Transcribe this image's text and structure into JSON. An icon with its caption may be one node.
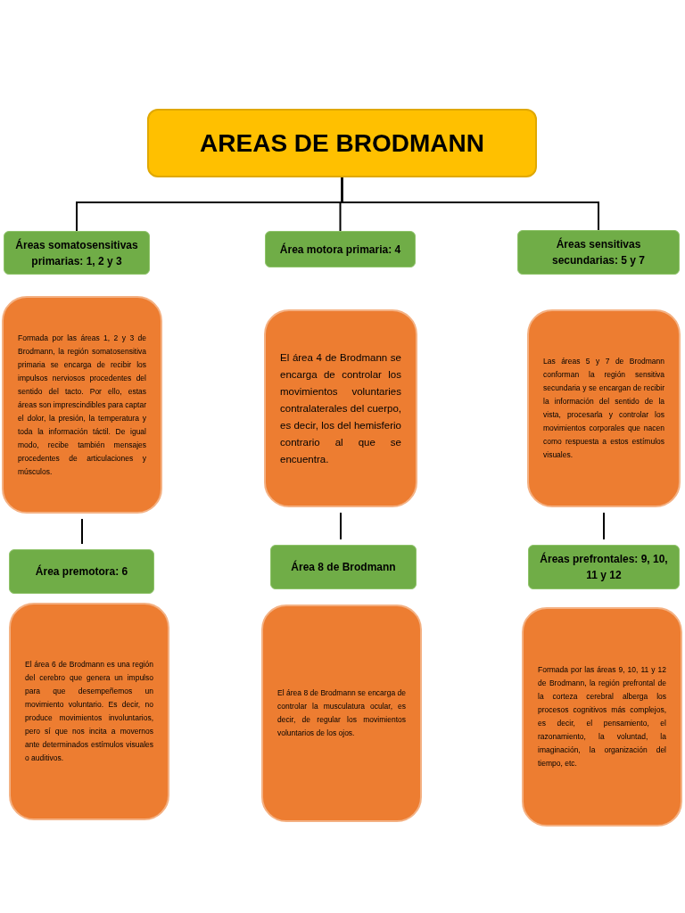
{
  "diagram": {
    "nodes": [
      {
        "text": [
          "AREAS DE BRODMANN"
        ]
      },
      {
        "text": [
          "Áreas somatosensitivas primarias: 1, 2 y 3"
        ]
      },
      {
        "text": [
          "Área motora primaria: 4"
        ]
      },
      {
        "text": [
          "Áreas sensitivas secundarias: 5 y 7"
        ]
      },
      {
        "text": [
          "Formada por las áreas 1, 2 y 3 de Brodmann, la región somatosensitiva primaria se encarga de recibir los impulsos nerviosos procedentes del sentido del tacto. Por ello, estas áreas son imprescindibles para captar el dolor, la presión, la temperatura y toda la información táctil. De igual modo, recibe también mensajes procedentes de articulaciones y músculos."
        ]
      },
      {
        "text": [
          "El área 4 de Brodmann se encarga de controlar los movimientos voluntaries contralaterales del cuerpo, es decir, los del hemisferio contrario al que se encuentra."
        ]
      },
      {
        "text": [
          "Las áreas 5 y 7 de Brodmann conforman la región sensitiva secundaria y se encargan de recibir la información del sentido de la vista, procesarla y controlar los movimientos corporales que nacen como respuesta a estos estímulos visuales."
        ]
      },
      {
        "text": [
          "Área premotora: 6"
        ]
      },
      {
        "text": [
          "Área 8 de Brodmann"
        ]
      },
      {
        "text": [
          "Áreas prefrontales: 9, 10, 11 y 12"
        ]
      },
      {
        "text": [
          "El área 6 de Brodmann es una región del cerebro que genera un impulso para que desempeñemos un movimiento voluntario. Es decir, no produce movimientos involuntarios, pero sí que nos incita a movernos ante determinados estímulos visuales o auditivos."
        ]
      },
      {
        "text": [
          "El área 8 de Brodmann se encarga de controlar la musculatura ocular, es decir, de regular los movimientos voluntarios de los ojos."
        ]
      },
      {
        "text": [
          "Formada por las áreas 9, 10, 11 y 12 de Brodmann, la región prefrontal de la corteza cerebral alberga los procesos cognitivos más complejos, es decir, el pensamiento, el razonamiento, la voluntad, la imaginación, la organización del tiempo, etc."
        ]
      }
    ],
    "edges": [
      {
        "from": 0,
        "to": 1,
        "arrow": "none"
      },
      {
        "from": 0,
        "to": 2,
        "arrow": "none"
      },
      {
        "from": 0,
        "to": 3,
        "arrow": "none"
      },
      {
        "from": 4,
        "to": 7,
        "arrow": "none"
      },
      {
        "from": 5,
        "to": 8,
        "arrow": "none"
      },
      {
        "from": 6,
        "to": 9,
        "arrow": "none"
      }
    ]
  }
}
